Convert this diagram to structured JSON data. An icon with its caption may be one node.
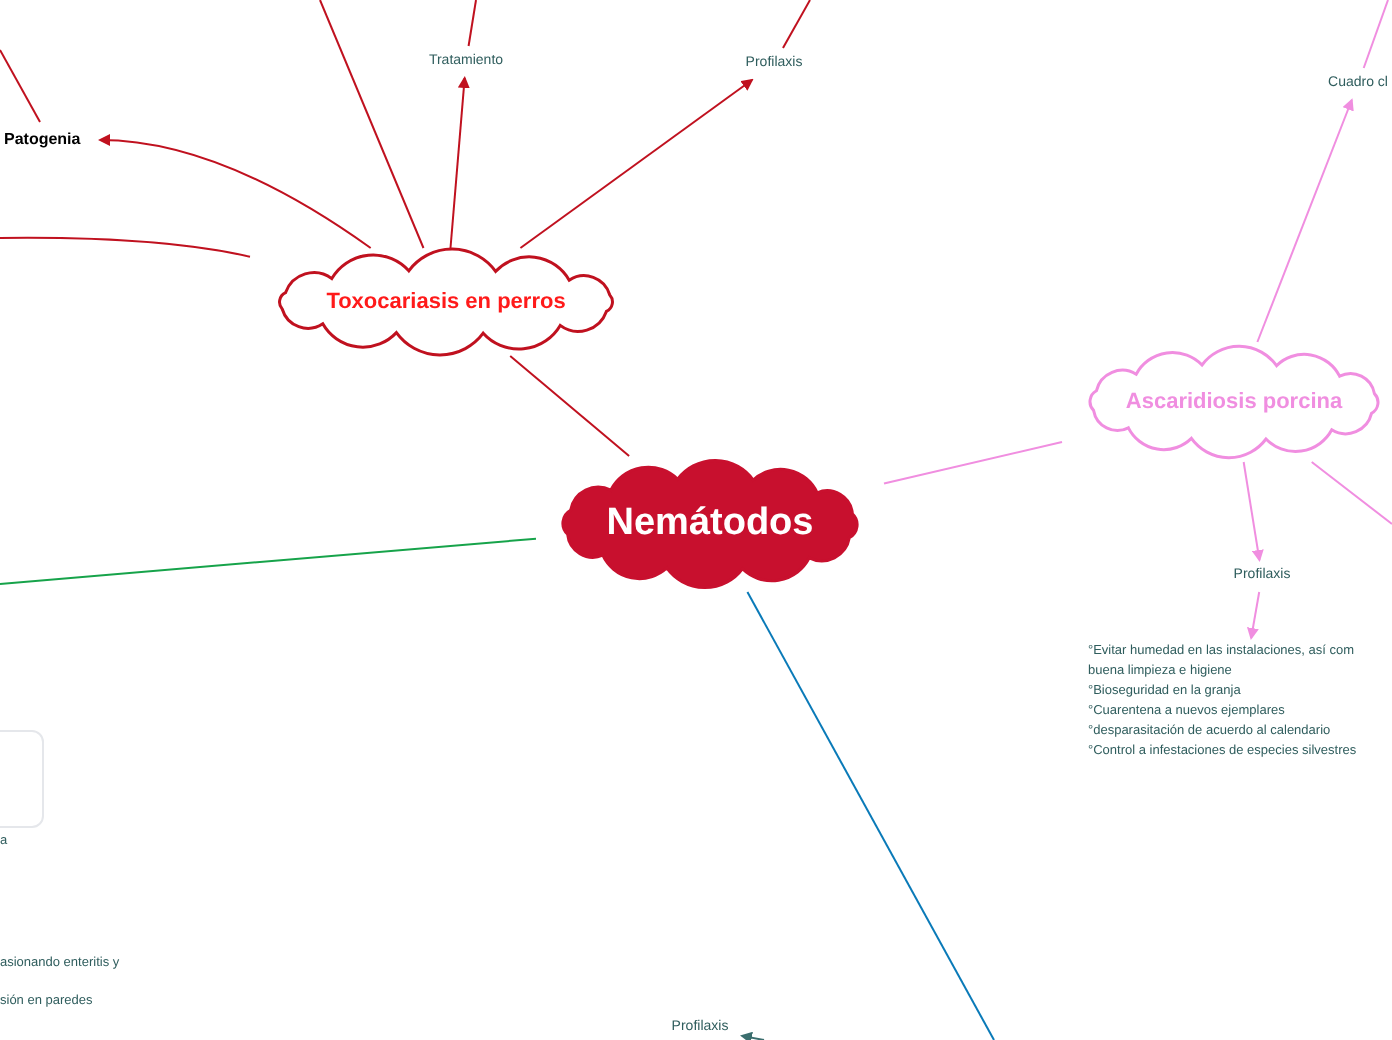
{
  "diagram": {
    "nodes": [
      {
        "text": [
          "Nemátodos"
        ]
      },
      {
        "text": [
          "Toxocariasis en perros"
        ]
      },
      {
        "text": [
          "Ascaridiosis porcina"
        ]
      },
      {
        "text": [
          "Patogenia"
        ]
      },
      {
        "text": [
          "Tratamiento"
        ]
      },
      {
        "text": [
          "Profilaxis"
        ]
      },
      {
        "text": [
          "Cuadro cl"
        ]
      },
      {
        "text": [
          "Profilaxis"
        ]
      },
      {
        "text": [
          "°Evitar humedad en las instalaciones, así com buena limpieza e higiene",
          "°Bioseguridad en la granja",
          "°Cuarentena a nuevos ejemplares",
          "°desparasitación de acuerdo al calendario",
          "°Control a infestaciones de especies silvestres"
        ]
      },
      {
        "text": [
          "Profilaxis"
        ]
      },
      {
        "text": [],
        "shape": "box",
        "beside": [
          "a"
        ]
      }
    ],
    "edges": [
      {
        "from": 0,
        "to": 1,
        "arrow": "none"
      },
      {
        "from": 1,
        "to": 3,
        "arrow": "to"
      },
      {
        "from": 1,
        "to": 4,
        "arrow": "to"
      },
      {
        "from": 1,
        "to": 5,
        "arrow": "to"
      },
      {
        "from": 1,
        "to": null,
        "arrow": "none"
      },
      {
        "from": null,
        "to": 1,
        "arrow": "none"
      },
      {
        "from": 3,
        "to": null,
        "arrow": "none"
      },
      {
        "from": 4,
        "to": null,
        "arrow": "none"
      },
      {
        "from": 5,
        "to": null,
        "arrow": "none"
      },
      {
        "from": 0,
        "to": 2,
        "arrow": "none",
        "color": "#f08ee0"
      },
      {
        "from": 2,
        "to": 6,
        "arrow": "to",
        "color": "#f08ee0"
      },
      {
        "from": 6,
        "to": null,
        "arrow": "none",
        "color": "#f08ee0"
      },
      {
        "from": 2,
        "to": 7,
        "arrow": "to",
        "color": "#f08ee0"
      },
      {
        "from": 7,
        "to": 8,
        "arrow": "to",
        "color": "#f08ee0"
      },
      {
        "from": 2,
        "to": null,
        "arrow": "none",
        "color": "#f08ee0"
      },
      {
        "from": 0,
        "to": null,
        "arrow": "none",
        "color": "#16a34a"
      },
      {
        "from": 0,
        "to": null,
        "arrow": "none",
        "color": "#0a7ab8"
      },
      {
        "from": null,
        "to": 9,
        "arrow": "to",
        "color": "#3b6e6e"
      }
    ],
    "labels": [
      "asionando enteritis y",
      "sión en paredes"
    ]
  }
}
